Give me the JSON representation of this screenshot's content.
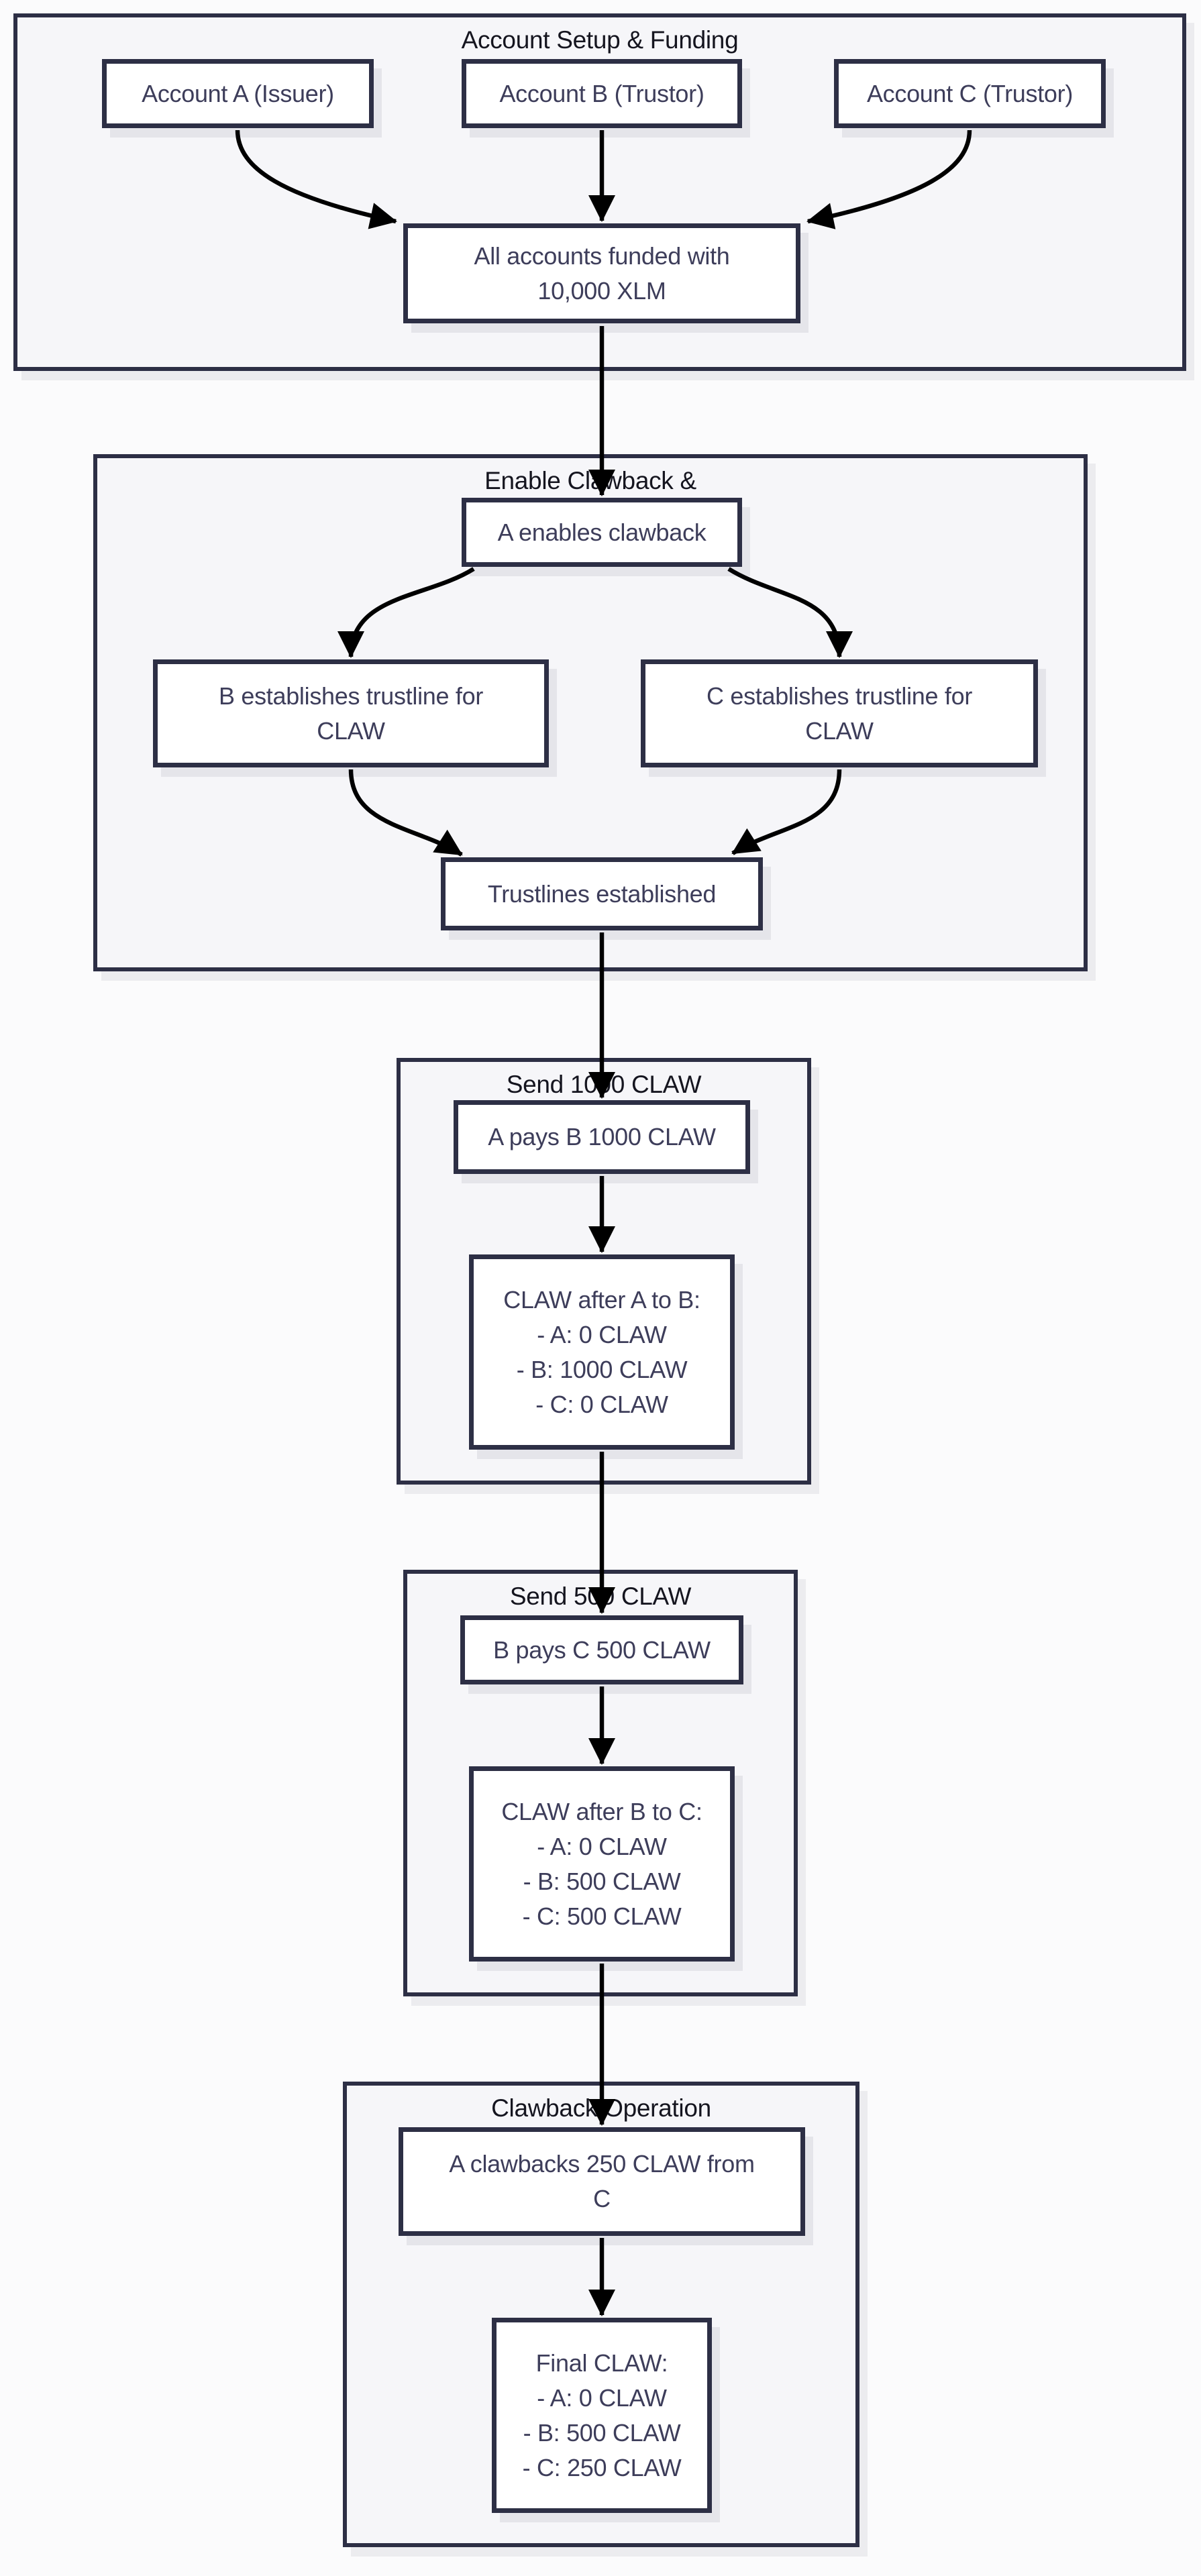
{
  "colors": {
    "canvas": "#fbfbfc",
    "cluster": "#f6f6f9",
    "ink": "#2d2f45",
    "text": "#3d3d5a",
    "title": "#15151f",
    "edge": "#000000",
    "node": "#ffffff"
  },
  "clusters": {
    "setup": {
      "label": "Account Setup & Funding"
    },
    "enable": {
      "label": "Enable Clawback &"
    },
    "send1000": {
      "label": "Send 1000 CLAW"
    },
    "send500": {
      "label": "Send 500 CLAW"
    },
    "clawop": {
      "label": "Clawback Operation"
    }
  },
  "nodes": {
    "account_a": {
      "text": "Account A (Issuer)"
    },
    "account_b": {
      "text": "Account B (Trustor)"
    },
    "account_c": {
      "text": "Account C (Trustor)"
    },
    "funded": {
      "text": "All accounts funded with\n10,000 XLM"
    },
    "enables": {
      "text": "A enables clawback"
    },
    "b_trust": {
      "text": "B establishes trustline for\nCLAW"
    },
    "c_trust": {
      "text": "C establishes trustline for\nCLAW"
    },
    "established": {
      "text": "Trustlines established"
    },
    "pay_ab": {
      "text": "A pays B 1000 CLAW"
    },
    "after_ab": {
      "text": "CLAW after A to B:\n- A: 0 CLAW\n- B: 1000 CLAW\n- C: 0 CLAW"
    },
    "pay_bc": {
      "text": "B pays C 500 CLAW"
    },
    "after_bc": {
      "text": "CLAW after B to C:\n- A: 0 CLAW\n- B: 500 CLAW\n- C: 500 CLAW"
    },
    "clawback": {
      "text": "A clawbacks 250 CLAW from\nC"
    },
    "final": {
      "text": "Final CLAW:\n- A: 0 CLAW\n- B: 500 CLAW\n- C: 250 CLAW"
    }
  }
}
